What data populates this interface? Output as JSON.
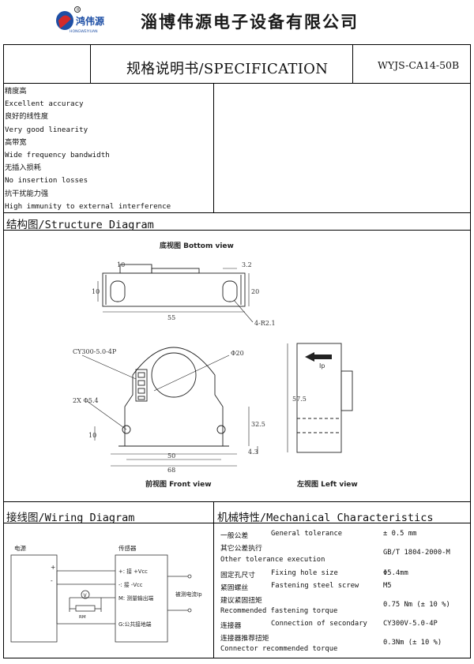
{
  "header": {
    "logo_text": "鸿伟源",
    "logo_subtext": "HONGWEIYUAN",
    "company": "淄博伟源电子设备有限公司"
  },
  "title": "规格说明书/SPECIFICATION",
  "model": "WYJS-CA14-50B",
  "features": [
    "精度高",
    "Excellent accuracy",
    "良好的线性度",
    "Very good linearity",
    "高带宽",
    "Wide frequency bandwidth",
    "无插入损耗",
    "No insertion losses",
    "抗干扰能力强",
    "High immunity to external interference"
  ],
  "structure": {
    "title": "结构图/Structure Diagram",
    "bottom_view": "底视图 Bottom view",
    "front_view": "前视图 Front view",
    "left_view": "左视图 Left view",
    "connector": "CY300-5.0-4P",
    "dims": {
      "d10a": "10",
      "d3_2": "3.2",
      "d20": "20",
      "d55": "55",
      "r2_1": "4-R2.1",
      "phi20": "Φ20",
      "holes": "2X Φ5.4",
      "d57_5": "57.5",
      "d32_5": "32.5",
      "d10b": "10",
      "d50": "50",
      "d68": "68",
      "d4_3": "4.3",
      "ip": "Ip"
    }
  },
  "wiring": {
    "title": "接线图/Wiring Diagram",
    "power": "电源",
    "sensor": "传感器",
    "plus": "+",
    "minus": "-",
    "pin_plus": "+: 接 +Vcc",
    "pin_minus": "-: 接 -Vcc",
    "pin_m": "M: 测量输出端",
    "pin_g": "G:公共接地端",
    "current": "被测电流Ip",
    "meter": "V",
    "rm": "RM"
  },
  "mechanical": {
    "title": "机械特性/Mechanical Characteristics",
    "rows": [
      {
        "label": "一般公差",
        "label_en": "General tolerance",
        "value": "± 0.5 mm"
      },
      {
        "label": "其它公差执行",
        "label_en": "Other tolerance execution",
        "value": "GB/T 1804-2000-M"
      },
      {
        "label": "固定孔尺寸",
        "label_en": "Fixing hole size",
        "value": "Φ5.4mm"
      },
      {
        "label": "紧固螺丝",
        "label_en": "Fastening steel screw",
        "value": "M5"
      },
      {
        "label": "建议紧固扭矩",
        "label_en": "Recommended fastening torque",
        "value": "0.75 Nm (± 10 %)"
      },
      {
        "label": "连接器",
        "label_en": "Connection of secondary",
        "value": "CY300V-5.0-4P"
      },
      {
        "label": "连接器推荐扭矩",
        "label_en": "Connector recommended torque",
        "value": "0.3Nm (± 10 %)"
      }
    ]
  }
}
